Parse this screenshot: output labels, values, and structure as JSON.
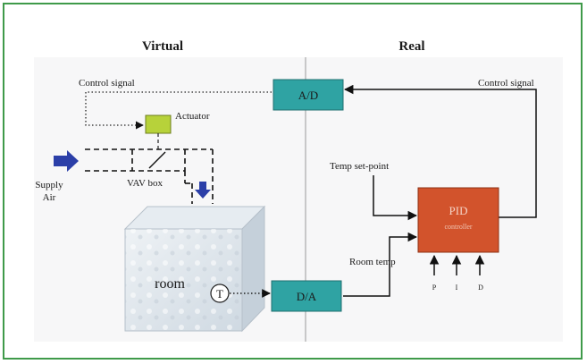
{
  "panels": {
    "left_title": "Virtual",
    "right_title": "Real"
  },
  "labels": {
    "control_signal_left": "Control signal",
    "control_signal_right": "Control signal",
    "actuator": "Actuator",
    "supply_air_line1": "Supply",
    "supply_air_line2": "Air",
    "vav_box": "VAV box",
    "room": "room",
    "sensor": "T",
    "temp_setpoint": "Temp set-point",
    "room_temp": "Room temp",
    "ad": "A/D",
    "da": "D/A",
    "pid": "PID",
    "pid_sub": "controller",
    "p": "P",
    "i": "I",
    "d": "D"
  },
  "colors": {
    "frame": "#3f9a4a",
    "converter": "#2fa3a3",
    "pid": "#d2532c",
    "actuator": "#b7d23a",
    "arrow_blue": "#2b3fa8",
    "room": "#dbe3ea"
  }
}
